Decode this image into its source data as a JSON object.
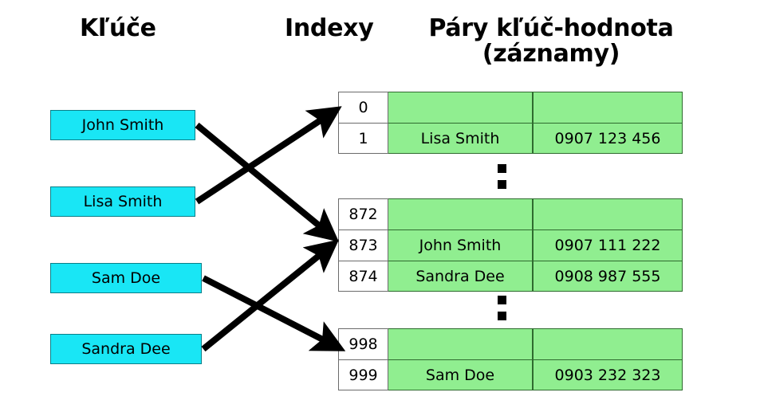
{
  "headings": {
    "keys": "Kľúče",
    "indexes": "Indexy",
    "pairs_line1": "Páry kľúč-hodnota",
    "pairs_line2": "(záznamy)"
  },
  "colors": {
    "key_box_fill": "#19e6f5",
    "key_box_border": "#0b7f88",
    "record_fill": "#90ee90",
    "record_border": "#2f6b2f",
    "index_fill": "#ffffff",
    "index_border": "#6b6b6b",
    "arrow": "#000000",
    "background": "#ffffff"
  },
  "keys": [
    {
      "label": "John Smith"
    },
    {
      "label": "Lisa Smith"
    },
    {
      "label": "Sam Doe"
    },
    {
      "label": "Sandra Dee"
    }
  ],
  "buckets": [
    {
      "rows": [
        {
          "index": "0",
          "key": "",
          "value": ""
        },
        {
          "index": "1",
          "key": "Lisa Smith",
          "value": "0907 123 456"
        }
      ]
    },
    {
      "rows": [
        {
          "index": "872",
          "key": "",
          "value": ""
        },
        {
          "index": "873",
          "key": "John Smith",
          "value": "0907 111 222"
        },
        {
          "index": "874",
          "key": "Sandra Dee",
          "value": "0908 987 555"
        }
      ]
    },
    {
      "rows": [
        {
          "index": "998",
          "key": "",
          "value": ""
        },
        {
          "index": "999",
          "key": "Sam Doe",
          "value": "0903 232 323"
        }
      ]
    }
  ],
  "separators": [
    {
      "name": "ellipsis-top"
    },
    {
      "name": "ellipsis-bottom"
    }
  ],
  "arrows": [
    {
      "from": "John Smith",
      "to": "873"
    },
    {
      "from": "Lisa Smith",
      "to": "0"
    },
    {
      "from": "Sam Doe",
      "to": "998"
    },
    {
      "from": "Sandra Dee",
      "to": "873"
    }
  ]
}
